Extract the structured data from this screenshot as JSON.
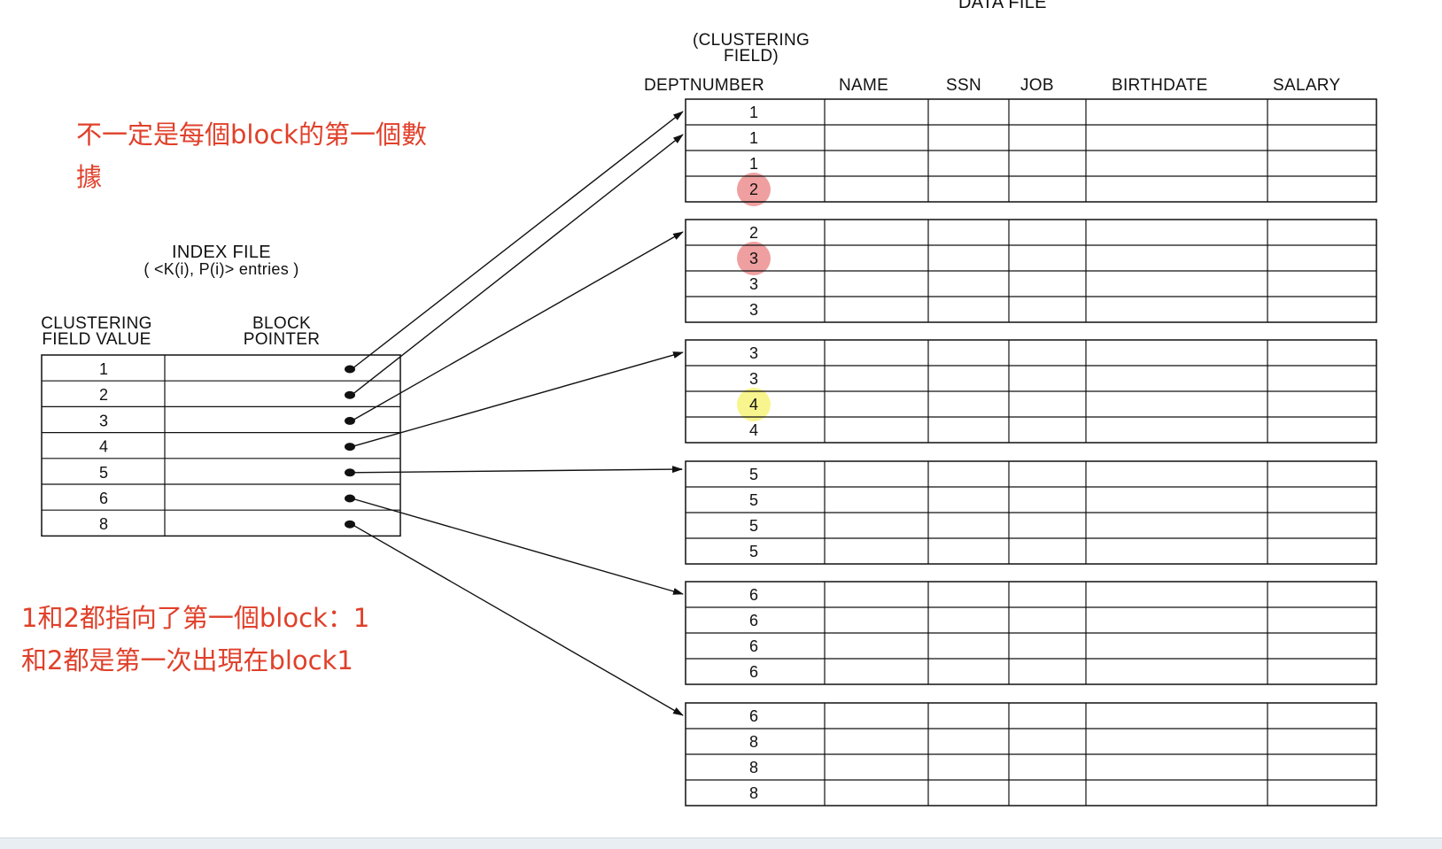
{
  "data_file": {
    "title": "DATA FILE",
    "clustering_field_label": "(CLUSTERING",
    "clustering_field_label_2": "FIELD)",
    "columns": [
      "DEPTNUMBER",
      "NAME",
      "SSN",
      "JOB",
      "BIRTHDATE",
      "SALARY"
    ],
    "blocks": [
      [
        "1",
        "1",
        "1",
        "2"
      ],
      [
        "2",
        "3",
        "3",
        "3"
      ],
      [
        "3",
        "3",
        "4",
        "4"
      ],
      [
        "5",
        "5",
        "5",
        "5"
      ],
      [
        "6",
        "6",
        "6",
        "6"
      ],
      [
        "6",
        "8",
        "8",
        "8"
      ]
    ],
    "highlights": [
      {
        "block": 0,
        "row": 3,
        "color": "#ec8e8e"
      },
      {
        "block": 1,
        "row": 1,
        "color": "#ec8e8e"
      },
      {
        "block": 2,
        "row": 2,
        "color": "#f7f37a"
      }
    ]
  },
  "index_file": {
    "title": "INDEX FILE",
    "subtitle": "( <K(i), P(i)> entries )",
    "col1_line1": "CLUSTERING",
    "col1_line2": "FIELD VALUE",
    "col2_line1": "BLOCK",
    "col2_line2": "POINTER",
    "entries": [
      {
        "key": "1",
        "block": 0
      },
      {
        "key": "2",
        "block": 0
      },
      {
        "key": "3",
        "block": 1
      },
      {
        "key": "4",
        "block": 2
      },
      {
        "key": "5",
        "block": 3
      },
      {
        "key": "6",
        "block": 4
      },
      {
        "key": "8",
        "block": 5
      }
    ]
  },
  "annotations": {
    "top_note_line1": "不一定是每個block的第一個數",
    "top_note_line2": "據",
    "bottom_note_line1": "1和2都指向了第一個block：1",
    "bottom_note_line2": "和2都是第一次出現在block1",
    "color": "#e0402a"
  }
}
